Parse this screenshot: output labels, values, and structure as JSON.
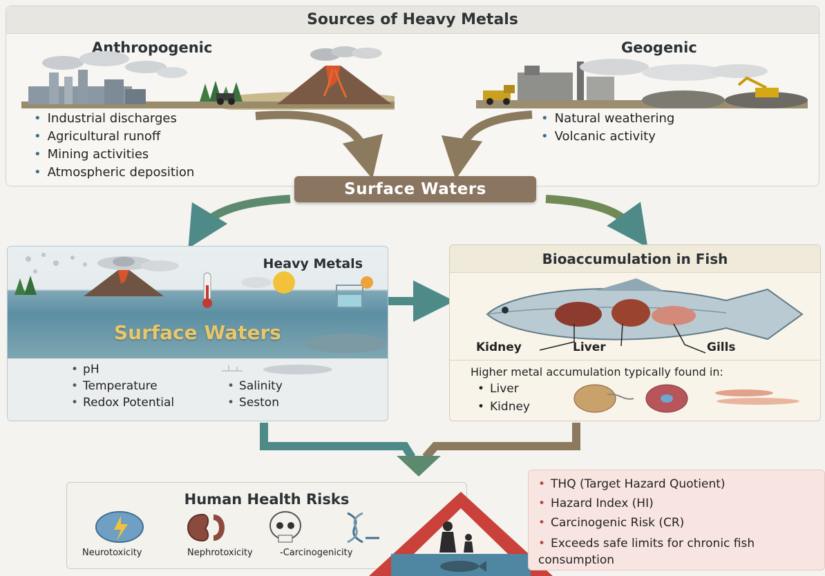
{
  "sources": {
    "title": "Sources of Heavy Metals",
    "anthropogenic": {
      "title": "Anthropogenic",
      "items": [
        "Industrial discharges",
        "Agricultural runoff",
        "Mining activities",
        "Atmospheric deposition"
      ]
    },
    "geogenic": {
      "title": "Geogenic",
      "items": [
        "Natural weathering",
        "Volcanic activity"
      ]
    }
  },
  "surface_pill": {
    "label": "Surface Waters"
  },
  "water_panel": {
    "heading": "Heavy Metals",
    "big_label": "Surface Waters",
    "params": [
      "pH",
      "Temperature",
      "Salinity",
      "Redox Potential",
      "Seston"
    ]
  },
  "fish_panel": {
    "title": "Bioaccumulation in Fish",
    "organ_labels": [
      "Kidney",
      "Liver",
      "Gills"
    ],
    "accumulation_text": "Higher metal accumulation typically found in:",
    "organs": [
      "Liver",
      "Kidney"
    ]
  },
  "health_panel": {
    "title": "Human Health Risks",
    "risks": [
      "Neurotoxicity",
      "Nephrotoxicity",
      "-Carcinogenicity"
    ]
  },
  "metrics": {
    "items": [
      "THQ (Target Hazard Quotient)",
      "Hazard Index (HI)",
      "Carcinogenic Risk (CR)",
      "Exceeds safe limits for chronic fish consumption"
    ]
  },
  "colors": {
    "pill": "#8a7660",
    "arrow_brown": "#8b7a5e",
    "arrow_teal": "#4e8a87",
    "water_title": "#e8c769",
    "warning_red": "#c9413a"
  }
}
